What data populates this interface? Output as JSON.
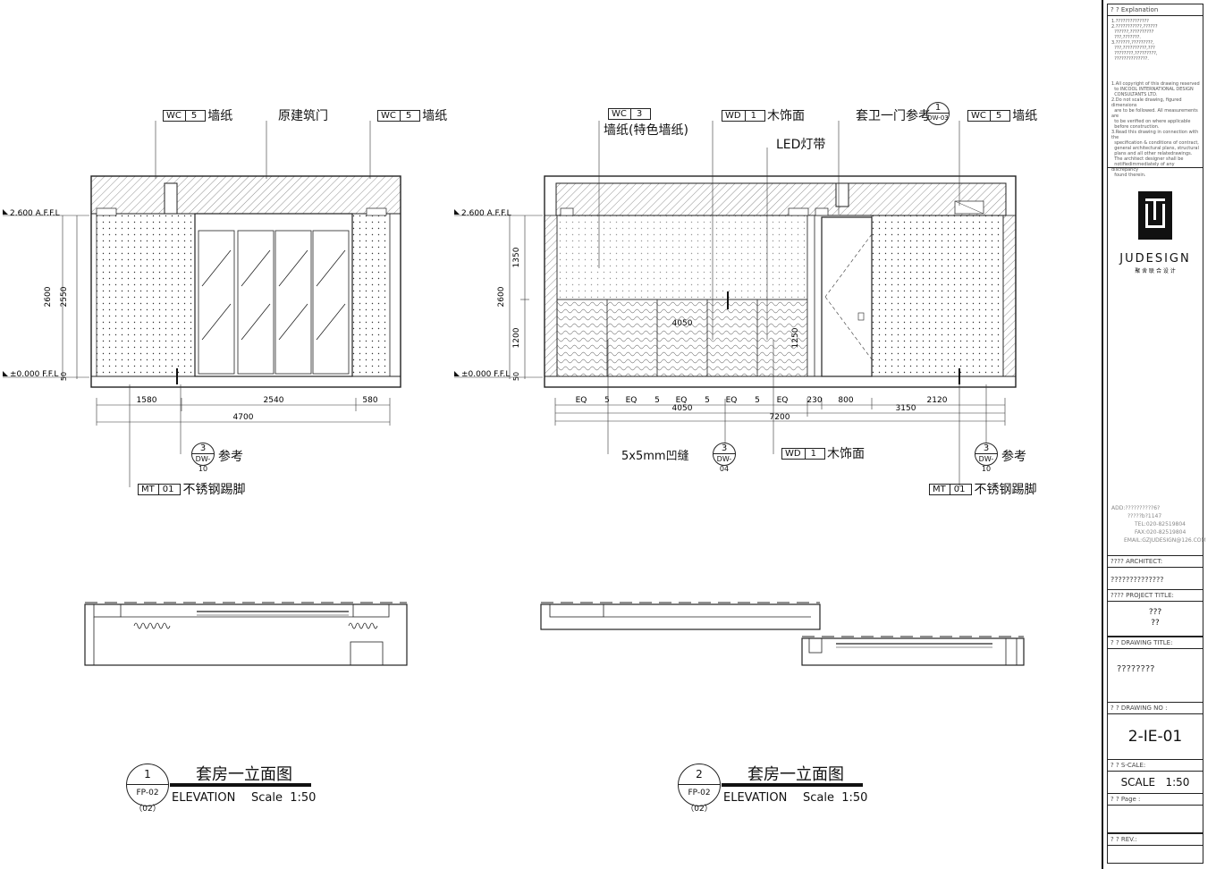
{
  "drawing": {
    "elev1": {
      "tags": {
        "wc_left": {
          "code": "WC",
          "num": "5",
          "text": "墙纸"
        },
        "door": "原建筑门",
        "wc_right": {
          "code": "WC",
          "num": "5",
          "text": "墙纸"
        },
        "ref": {
          "num": "3",
          "sheet": "DW-10",
          "text": "参考"
        },
        "mt": {
          "code": "MT",
          "num": "01",
          "text": "不锈钢踢脚"
        }
      },
      "levels": {
        "top": "2.600 A.F.F.L",
        "bottom": "±0.000 F.F.L"
      },
      "vdims": {
        "total": "2600",
        "inner": "2550",
        "base": "50"
      },
      "hdims": {
        "d1": "1580",
        "d2": "2540",
        "d3": "580",
        "total": "4700"
      },
      "title": {
        "num": "1",
        "sheet": "FP-02（02）",
        "cn": "套房一立面图",
        "en": "ELEVATION",
        "scale": "Scale  1:50"
      }
    },
    "elev2": {
      "tags": {
        "wc3": {
          "code": "WC",
          "num": "3",
          "text": "墙纸(特色墙纸)"
        },
        "wd_top": {
          "code": "WD",
          "num": "1",
          "text": "木饰面"
        },
        "led": "LED灯带",
        "door_ref": {
          "text": "套卫一门参考",
          "num": "1",
          "sheet": "DW-03"
        },
        "wc5": {
          "code": "WC",
          "num": "5",
          "text": "墙纸"
        },
        "groove": "5x5mm凹缝",
        "ref_mid": {
          "num": "3",
          "sheet": "DW-04"
        },
        "wd_bot": {
          "code": "WD",
          "num": "1",
          "text": "木饰面"
        },
        "ref_right": {
          "num": "3",
          "sheet": "DW-10",
          "text": "参考"
        },
        "mt": {
          "code": "MT",
          "num": "01",
          "text": "不锈钢踢脚"
        }
      },
      "levels": {
        "top": "2.600 A.F.F.L",
        "bottom": "±0.000 F.F.L"
      },
      "vdims": {
        "upper": "1350",
        "total": "2600",
        "lower": "1200",
        "base": "50",
        "panel": "1250"
      },
      "inner": {
        "w": "4050"
      },
      "hdims": {
        "eq": "EQ",
        "five": "5",
        "d230": "230",
        "d800": "800",
        "d2120": "2120",
        "d4050": "4050",
        "d3150": "3150",
        "total": "7200"
      },
      "title": {
        "num": "2",
        "sheet": "FP-02（02）",
        "cn": "套房一立面图",
        "en": "ELEVATION",
        "scale": "Scale  1:50"
      }
    }
  },
  "titleblock": {
    "explanation_label": "? ?  Explanation",
    "explanation_text": "1.??????????????\n2.???????????,??????\n  ??????,??????????\n  ???,???????.\n3.??????,?????????,\n  ???,??????????,???\n  ????????,?????????,\n  ??????????????.",
    "copyright_text": "1.All copyright of this drawing reserved\n  to INCOOL INTERNATIONAL DESIGN\n  CONSULTANTS LTD.\n2.Do not scale drawing, figured dimensions\n  are to be followed. All measurements are\n  to be verified on where applicable\n  before construction.\n3.Read this drawing in connection with the\n  specification & conditions of contract,\n  general architectural plans, structural\n  plans and all other relatedrawings.\n  The architect designer shall be\n  notifiedimmediately of any discrepancy\n  found therein.",
    "logo_text": "JUDESIGN",
    "logo_sub": "聚 舍 联 合 设 计",
    "contact": [
      "ADD:??????????6?",
      "?????b?1147",
      "TEL:020-82519804",
      "FAX:020-82519804",
      "EMAIL:GZJUDESIGN@126.COM"
    ],
    "architect_label": "????   ARCHITECT:",
    "architect_value": "??????????????",
    "project_label": "????   PROJECT TITLE:",
    "project_value1": "???",
    "project_value2": "??",
    "drawing_title_label": "? ?  DRAWING TITLE:",
    "drawing_title_value": "????????",
    "drawing_no_label": "? ?   DRAWING NO  :",
    "drawing_no_value": "2-IE-01",
    "scale_label": "? ?   S-CALE:",
    "scale_value": "SCALE   1:50",
    "page_label": "? ?   Page :",
    "rev_label": "? ?       REV.:"
  }
}
